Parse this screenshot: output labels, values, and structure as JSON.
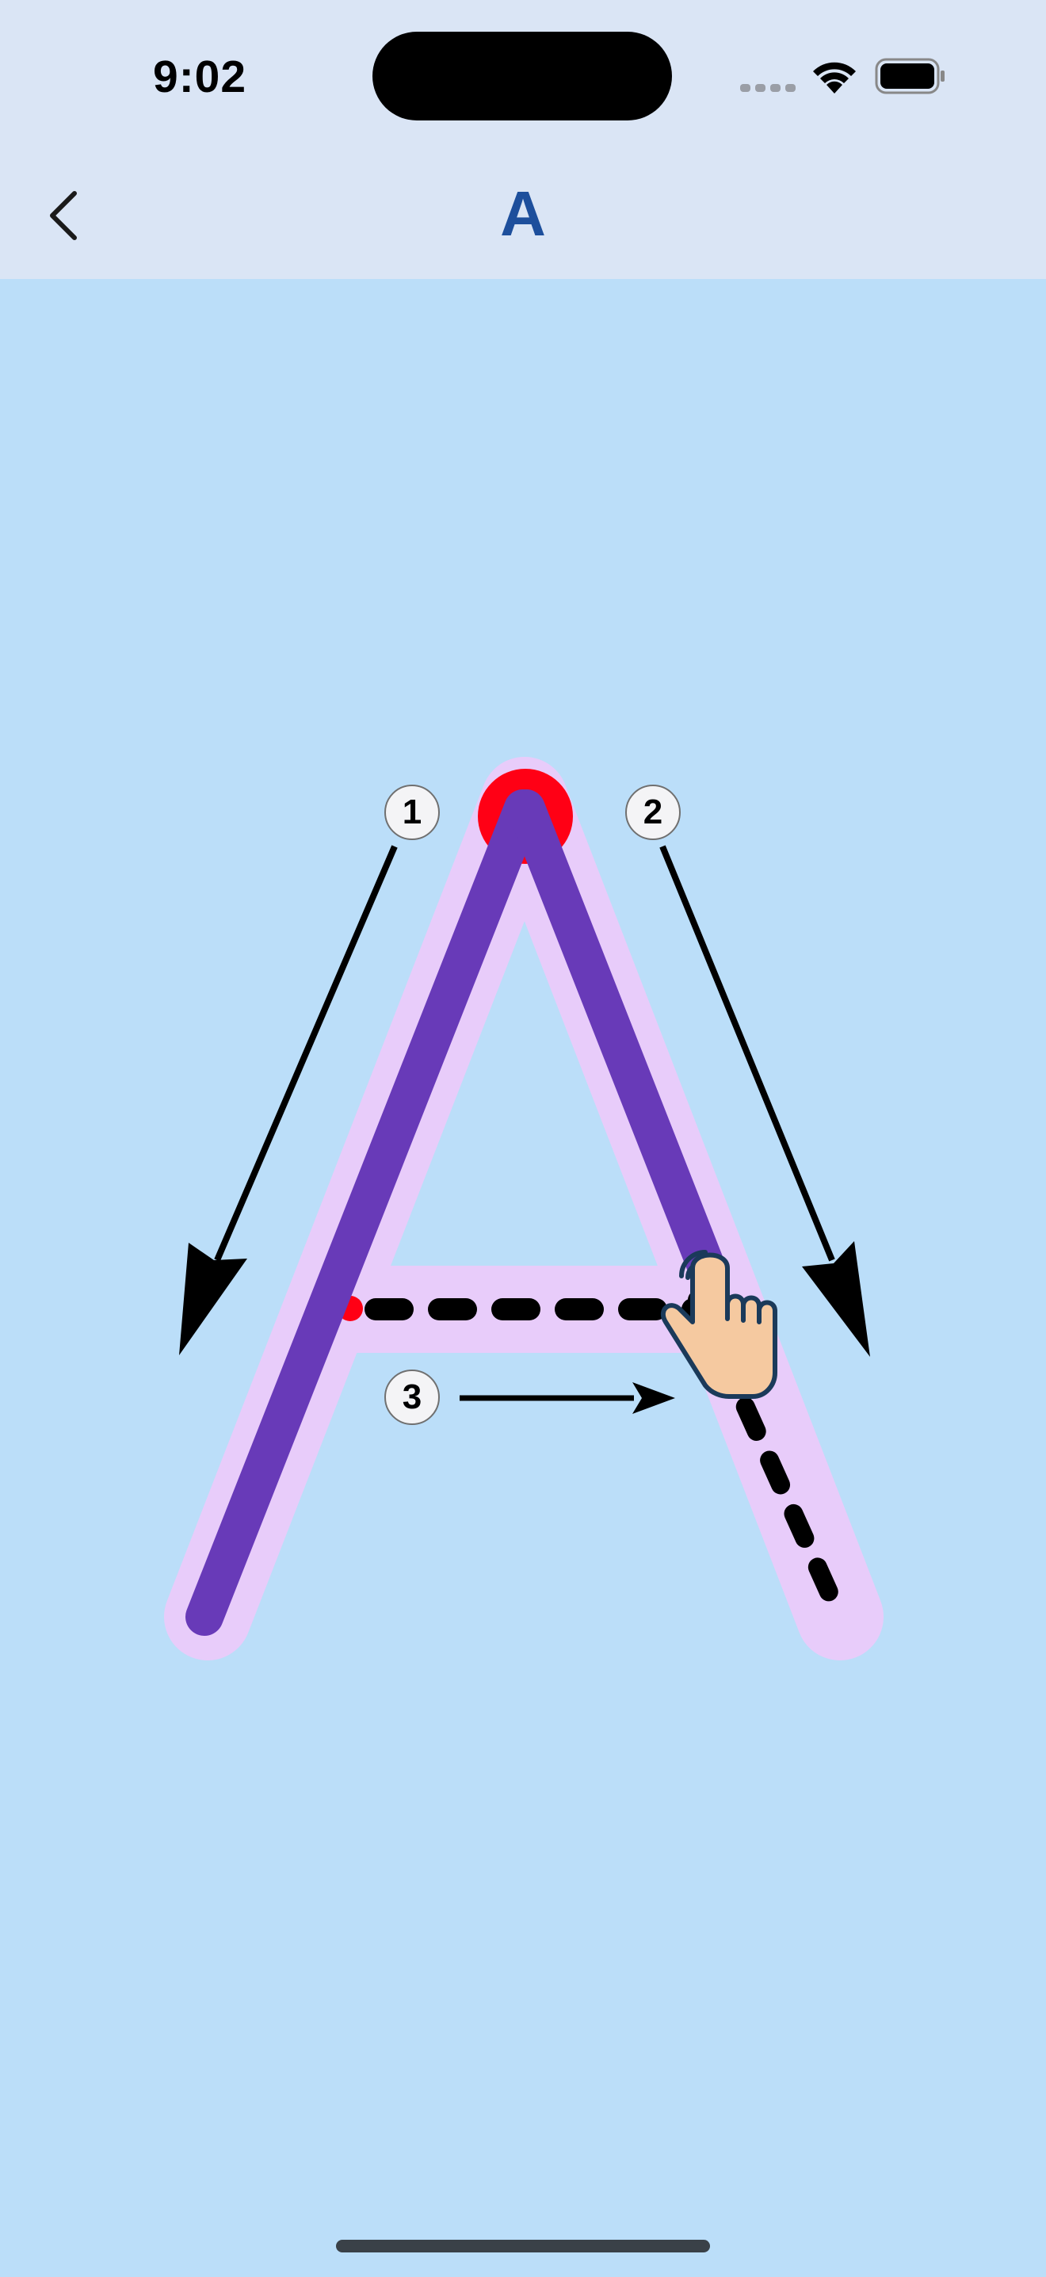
{
  "status_bar": {
    "time": "9:02"
  },
  "nav": {
    "back_icon": "chevron-left-icon",
    "title": "A"
  },
  "tracing": {
    "letter": "A",
    "strokes": [
      {
        "number": "1",
        "direction": "down-left",
        "state": "completed"
      },
      {
        "number": "2",
        "direction": "down-right",
        "state": "in-progress"
      },
      {
        "number": "3",
        "direction": "right",
        "state": "pending"
      }
    ],
    "icons": [
      "start-dot-icon",
      "hand-pointer-icon",
      "direction-arrow-icon"
    ]
  },
  "colors": {
    "background": "#bbdef9",
    "header": "#dae5f5",
    "title": "#1d4f9c",
    "guide_outline": "#e8ccfa",
    "traced_stroke": "#683ab8",
    "start_dot": "#ff0015",
    "pending_dash": "#000000",
    "hand_skin": "#f5c9a0",
    "hand_outline": "#1b3a5a"
  }
}
